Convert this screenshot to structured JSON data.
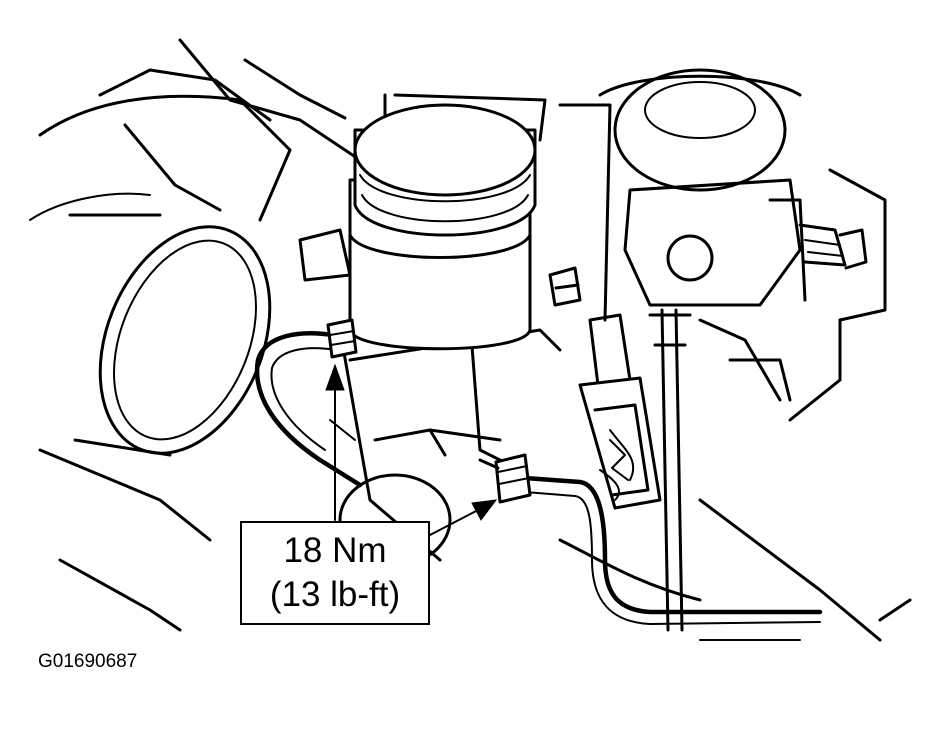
{
  "callout": {
    "metric": "18 Nm",
    "imperial": "(13 lb-ft)"
  },
  "figure_id": "G01690687"
}
